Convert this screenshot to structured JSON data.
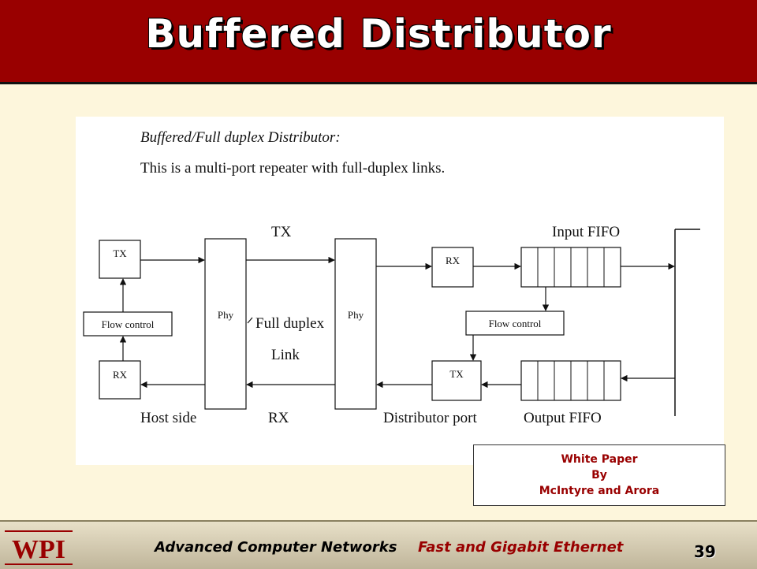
{
  "title": "Buffered Distributor",
  "diagram": {
    "heading": "Buffered/Full duplex Distributor:",
    "description": "This is a multi-port repeater with full-duplex links.",
    "labels": {
      "tx_top": "TX",
      "input_fifo": "Input FIFO",
      "full_duplex": "Full duplex",
      "link": "Link",
      "host_side": "Host side",
      "rx_bottom": "RX",
      "distributor_port": "Distributor port",
      "output_fifo": "Output FIFO"
    },
    "blocks": {
      "host_tx": "TX",
      "host_flow_control": "Flow control",
      "host_rx": "RX",
      "phy_left": "Phy",
      "phy_right": "Phy",
      "dist_rx": "RX",
      "dist_flow_control": "Flow control",
      "dist_tx": "TX"
    }
  },
  "caption": {
    "line1": "White Paper",
    "line2": "By",
    "line3": "McIntyre and Arora"
  },
  "footer": {
    "logo_text": "WPI",
    "course": "Advanced Computer Networks",
    "topic": "Fast and Gigabit Ethernet",
    "page_number": "39"
  },
  "colors": {
    "header_bg": "#990000",
    "background": "#fdf6dc",
    "accent_text": "#990000"
  }
}
